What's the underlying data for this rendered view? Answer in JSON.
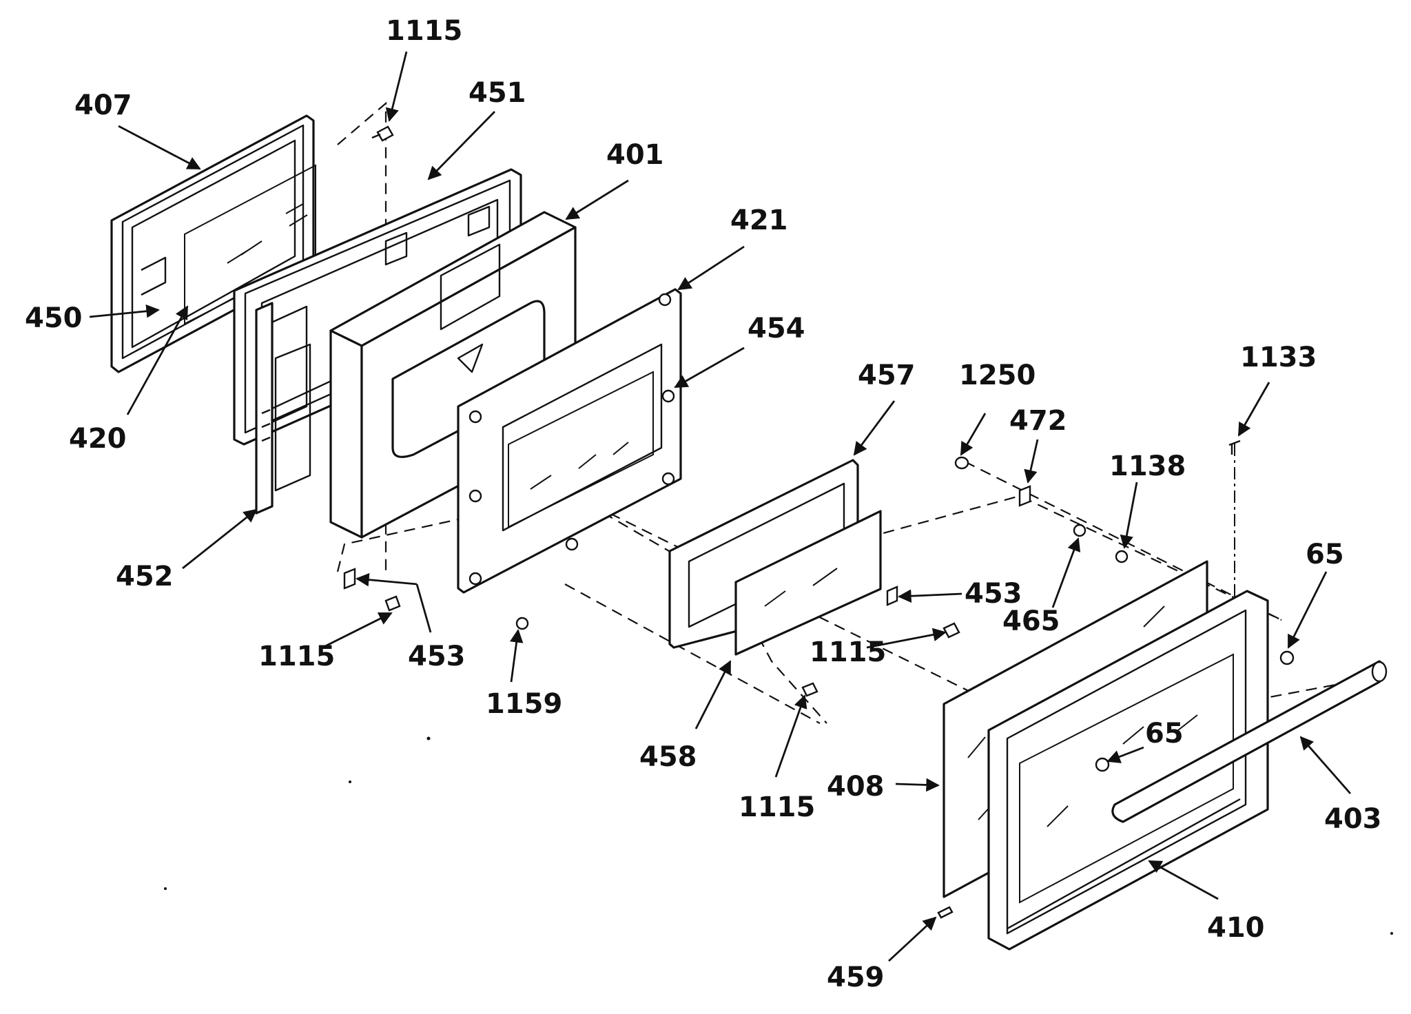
{
  "callouts": {
    "c407": "407",
    "c1115_top": "1115",
    "c451": "451",
    "c401": "401",
    "c421": "421",
    "c454": "454",
    "c450": "450",
    "c420": "420",
    "c452": "452",
    "c457": "457",
    "c1250": "1250",
    "c472": "472",
    "c1133": "1133",
    "c1138": "1138",
    "c65_right": "65",
    "c453_mid": "453",
    "c465": "465",
    "c1115_left": "1115",
    "c453_left": "453",
    "c1159": "1159",
    "c1115_mid": "1115",
    "c458": "458",
    "c1115_bottom": "1115",
    "c65_center": "65",
    "c408": "408",
    "c403": "403",
    "c410": "410",
    "c459": "459"
  }
}
